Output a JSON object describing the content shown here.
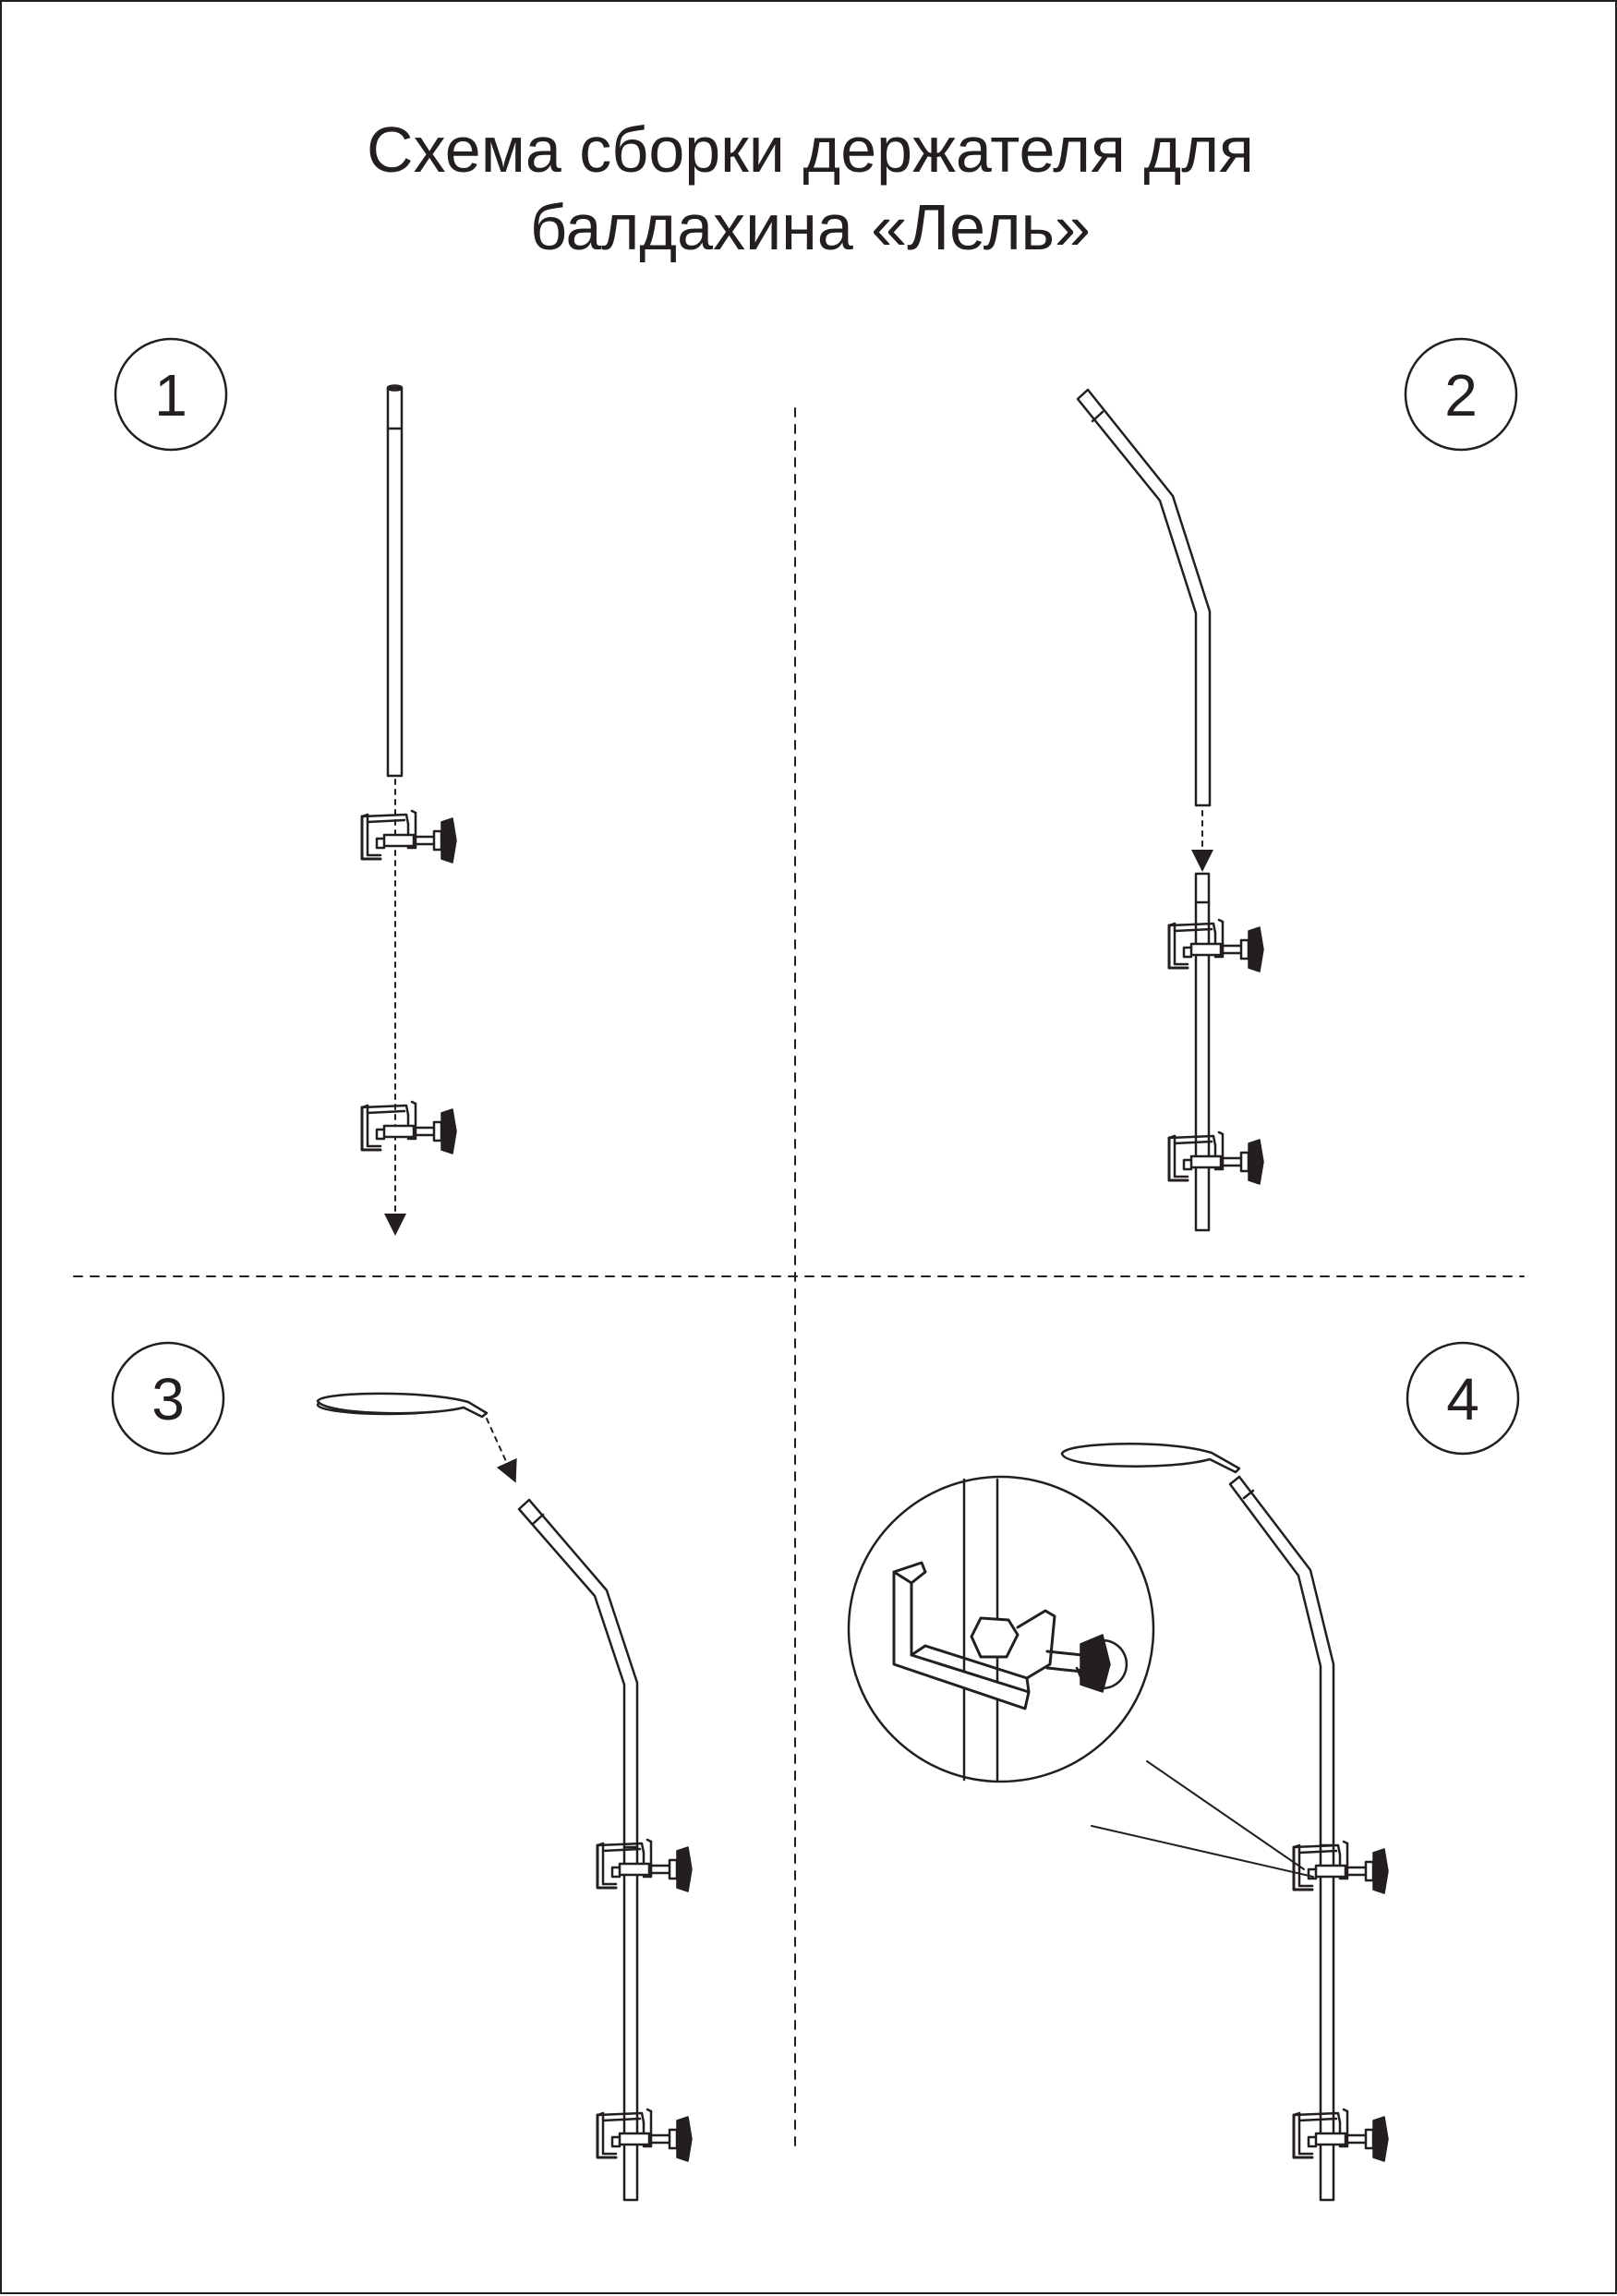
{
  "title": {
    "line1": "Схема сборки держателя для",
    "line2": "балдахина «Лель»"
  },
  "steps": [
    {
      "number": "1"
    },
    {
      "number": "2"
    },
    {
      "number": "3"
    },
    {
      "number": "4"
    }
  ],
  "colors": {
    "ink": "#231f20",
    "paper": "#ffffff"
  },
  "icons": {
    "clamp": "c-clamp-with-thumb-screw-icon",
    "rotation": "clockwise-rotation-arrow-icon",
    "insert": "dashed-insert-arrow-icon"
  }
}
